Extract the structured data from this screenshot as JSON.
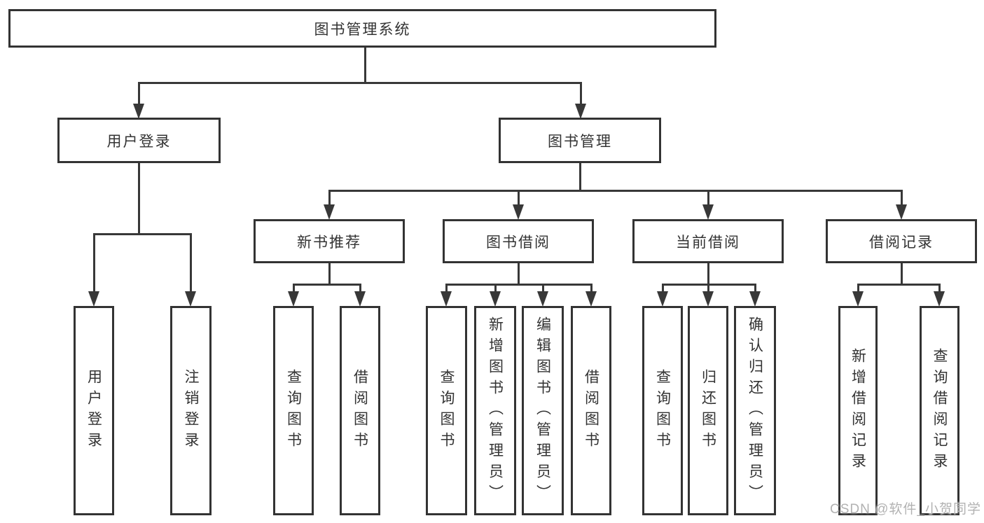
{
  "diagram": {
    "title": "图书管理系统",
    "watermark": "CSDN @软件_小贺同学",
    "colors": {
      "background": "#ffffff",
      "box_border": "#333333",
      "line": "#383838",
      "text": "#333333",
      "watermark": "#b2b2b2"
    },
    "nodes": [
      {
        "id": "root",
        "label": "图书管理系统",
        "level": 1
      },
      {
        "id": "user-login",
        "label": "用户登录",
        "level": 2
      },
      {
        "id": "book-mgmt",
        "label": "图书管理",
        "level": 2
      },
      {
        "id": "new-book-rec",
        "label": "新书推荐",
        "level": 3
      },
      {
        "id": "book-borrow",
        "label": "图书借阅",
        "level": 3
      },
      {
        "id": "current-borrow",
        "label": "当前借阅",
        "level": 3
      },
      {
        "id": "borrow-records",
        "label": "借阅记录",
        "level": 3
      },
      {
        "id": "leaf-user-login",
        "label": "用户登录",
        "level": 4
      },
      {
        "id": "leaf-logout",
        "label": "注销登录",
        "level": 4
      },
      {
        "id": "leaf-query-books-1",
        "label": "查询图书",
        "level": 4
      },
      {
        "id": "leaf-borrow-books-1",
        "label": "借阅图书",
        "level": 4
      },
      {
        "id": "leaf-query-books-2",
        "label": "查询图书",
        "level": 4
      },
      {
        "id": "leaf-add-books",
        "label": "新增图书（管理员）",
        "level": 4
      },
      {
        "id": "leaf-edit-books",
        "label": "编辑图书（管理员）",
        "level": 4
      },
      {
        "id": "leaf-borrow-books-2",
        "label": "借阅图书",
        "level": 4
      },
      {
        "id": "leaf-query-books-3",
        "label": "查询图书",
        "level": 4
      },
      {
        "id": "leaf-return-books",
        "label": "归还图书",
        "level": 4
      },
      {
        "id": "leaf-confirm-return",
        "label": "确认归还（管理员）",
        "level": 4
      },
      {
        "id": "leaf-add-borrow-record",
        "label": "新增借阅记录",
        "level": 4
      },
      {
        "id": "leaf-query-borrow-record",
        "label": "查询借阅记录",
        "level": 4
      }
    ],
    "edges": [
      {
        "from": "root",
        "to": "user-login"
      },
      {
        "from": "root",
        "to": "book-mgmt"
      },
      {
        "from": "user-login",
        "to": "leaf-user-login"
      },
      {
        "from": "user-login",
        "to": "leaf-logout"
      },
      {
        "from": "book-mgmt",
        "to": "new-book-rec"
      },
      {
        "from": "book-mgmt",
        "to": "book-borrow"
      },
      {
        "from": "book-mgmt",
        "to": "current-borrow"
      },
      {
        "from": "book-mgmt",
        "to": "borrow-records"
      },
      {
        "from": "new-book-rec",
        "to": "leaf-query-books-1"
      },
      {
        "from": "new-book-rec",
        "to": "leaf-borrow-books-1"
      },
      {
        "from": "book-borrow",
        "to": "leaf-query-books-2"
      },
      {
        "from": "book-borrow",
        "to": "leaf-add-books"
      },
      {
        "from": "book-borrow",
        "to": "leaf-edit-books"
      },
      {
        "from": "book-borrow",
        "to": "leaf-borrow-books-2"
      },
      {
        "from": "current-borrow",
        "to": "leaf-query-books-3"
      },
      {
        "from": "current-borrow",
        "to": "leaf-return-books"
      },
      {
        "from": "current-borrow",
        "to": "leaf-confirm-return"
      },
      {
        "from": "borrow-records",
        "to": "leaf-add-borrow-record"
      },
      {
        "from": "borrow-records",
        "to": "leaf-query-borrow-record"
      }
    ]
  }
}
